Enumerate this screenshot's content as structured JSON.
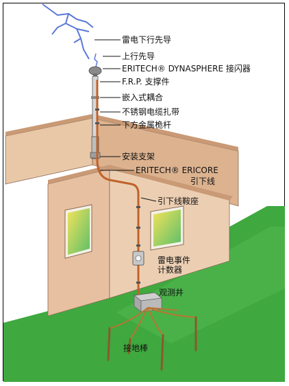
{
  "labels": {
    "downward_leader": "雷电下行先导",
    "upward_leader": "上行先导",
    "terminal": "ERITECH® DYNASPHERE 接闪器",
    "frp_mast": "F.R.P. 支撑件",
    "embedded_coupling": "嵌入式耦合",
    "steel_straps": "不锈钢电缆扎带",
    "metal_mast": "下方金属桅杆",
    "mount_bracket": "安装支架",
    "ericore": "ERITECH® ERICORE",
    "downconductor": "引下线",
    "saddle": "引下线鞍座",
    "counter_line1": "雷电事件",
    "counter_line2": "计数器",
    "inspection_pit": "观测井",
    "ground_rods": "接地棒"
  },
  "colors": {
    "wall_front": "#e9c8a8",
    "wall_side": "#e0b896",
    "roof": "#d9b08c",
    "grass": "#3fa83f",
    "conductor": "#c0622a",
    "lightning": "#5a78d8",
    "ground_rod": "#b87533"
  }
}
